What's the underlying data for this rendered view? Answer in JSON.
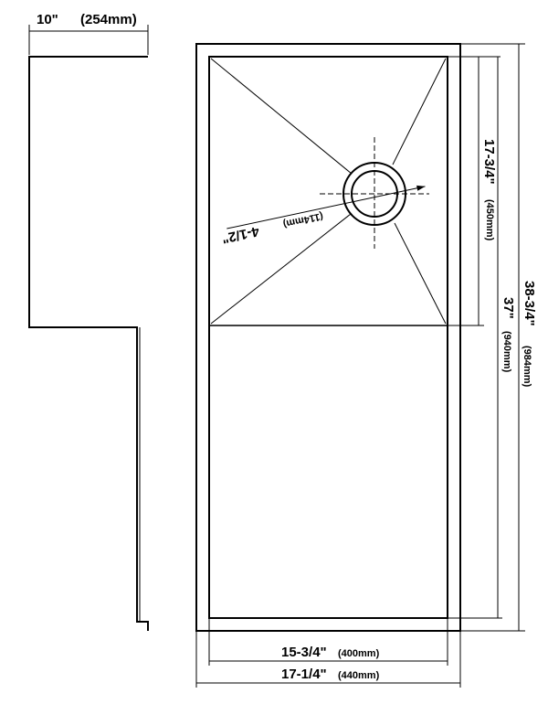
{
  "profile_view": {
    "depth_in": "10\"",
    "depth_mm": "(254mm)"
  },
  "top_view": {
    "drain_diameter_in": "4-1/2\"",
    "drain_diameter_mm": "(114mm)",
    "bowl_to_drain_in": "17-3/4\"",
    "bowl_to_drain_mm": "(450mm)",
    "inner_length_in": "37\"",
    "inner_length_mm": "(940mm)",
    "outer_length_in": "38-3/4\"",
    "outer_length_mm": "(984mm)",
    "inner_width_in": "15-3/4\"",
    "inner_width_mm": "(400mm)",
    "outer_width_in": "17-1/4\"",
    "outer_width_mm": "(440mm)"
  }
}
